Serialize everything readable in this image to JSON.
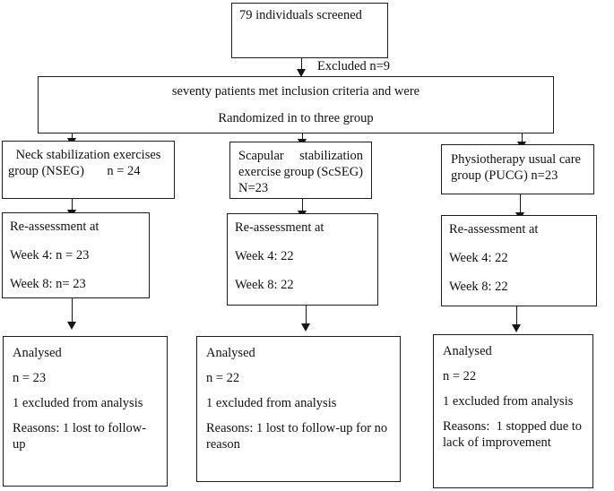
{
  "flowchart": {
    "screened": {
      "text": "79 individuals screened"
    },
    "excluded_label": "Excluded n=9",
    "randomized": {
      "line1": "seventy patients met inclusion criteria and were",
      "line2": "Randomized in to three group"
    },
    "groups": {
      "nseg": {
        "line1": "Neck stabilization exercises",
        "line2": "group (NSEG)       n = 24"
      },
      "scseg": {
        "l1a": "Scapular",
        "l1b": "stabilization",
        "l2a": "exercise",
        "l2b": "group",
        "l2c": "(ScSEG)",
        "l3": "N=23"
      },
      "pucg": {
        "line1": "Physiotherapy usual care",
        "line2": "group (PUCG) n=23"
      }
    },
    "reassessment": {
      "nseg": {
        "title": "Re-assessment at",
        "week4": "Week 4: n = 23",
        "week8": "Week 8: n= 23"
      },
      "scseg": {
        "title": "Re-assessment at",
        "week4": "Week 4: 22",
        "week8": "Week 8: 22"
      },
      "pucg": {
        "title": "Re-assessment at",
        "week4": "Week 4: 22",
        "week8": "Week 8: 22"
      }
    },
    "analysed": {
      "nseg": {
        "title": "Analysed",
        "n": "n = 23",
        "excluded": "1 excluded from analysis",
        "reasons1": "Reasons: 1 lost to follow-",
        "reasons2": "up"
      },
      "scseg": {
        "title": "Analysed",
        "n": "n = 22",
        "excluded": "1 excluded from analysis",
        "reasons1": "Reasons: 1 lost to follow-up for no",
        "reasons2": "reason"
      },
      "pucg": {
        "title": "Analysed",
        "n": "n = 22",
        "excluded": "1 excluded from analysis",
        "reasons1": "Reasons:  1 stopped due to",
        "reasons2": "lack of improvement"
      }
    }
  }
}
